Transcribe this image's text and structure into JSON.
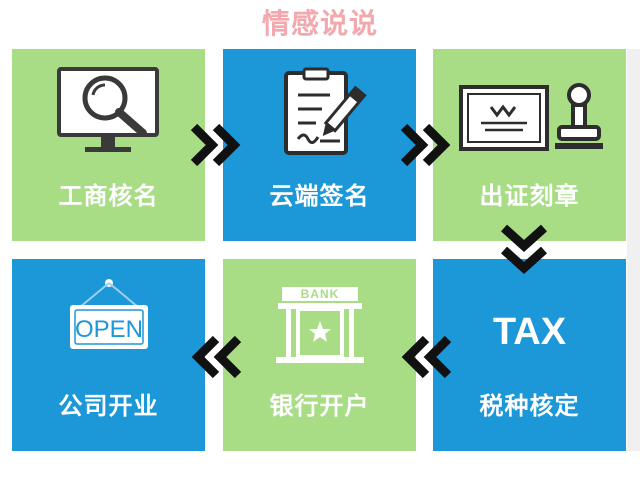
{
  "watermark": "情感说说",
  "steps": [
    {
      "label": "工商核名",
      "icon": "monitor-magnifier-icon",
      "color": "green"
    },
    {
      "label": "云端签名",
      "icon": "signed-document-icon",
      "color": "blue"
    },
    {
      "label": "出证刻章",
      "icon": "certificate-stamp-icon",
      "color": "green"
    },
    {
      "label": "税种核定",
      "icon": "tax-text-icon",
      "icon_text": "TAX",
      "color": "blue"
    },
    {
      "label": "银行开户",
      "icon": "bank-building-icon",
      "icon_text": "BANK",
      "color": "green"
    },
    {
      "label": "公司开业",
      "icon": "open-sign-icon",
      "icon_text": "OPEN",
      "color": "blue"
    }
  ],
  "colors": {
    "green": "#a8dd86",
    "blue": "#1c97d8",
    "arrow": "#111111",
    "watermark": "#f2a9ae"
  }
}
